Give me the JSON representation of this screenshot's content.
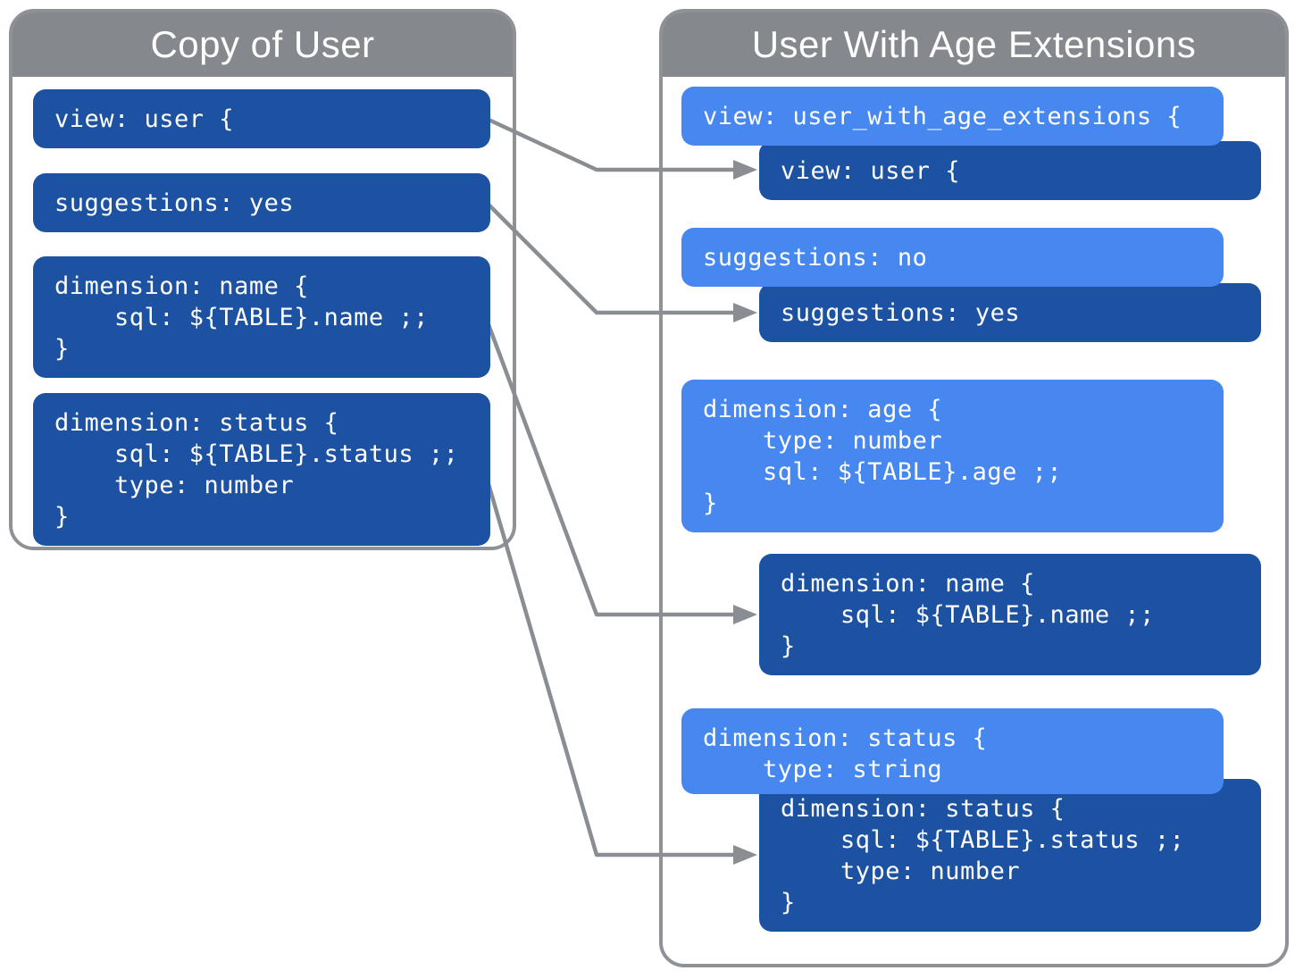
{
  "colors": {
    "inherited_block_blue": "#1C52A1",
    "override_block_blue": "#4687F0",
    "header_gray": "#85888D",
    "panel_border_gray": "#8E9196",
    "arrow_gray": "#8A8E93",
    "text_white": "#FFFFFF"
  },
  "left_panel": {
    "title": "Copy of User",
    "blocks": [
      {
        "id": "view",
        "text": "view: user {"
      },
      {
        "id": "suggestions",
        "text": "suggestions: yes"
      },
      {
        "id": "dimension-name",
        "text": "dimension: name {\n    sql: ${TABLE}.name ;;\n}"
      },
      {
        "id": "dimension-status",
        "text": "dimension: status {\n    sql: ${TABLE}.status ;;\n    type: number\n}"
      }
    ]
  },
  "right_panel": {
    "title": "User With Age Extensions",
    "override_blocks": [
      {
        "id": "view",
        "text": "view: user_with_age_extensions {"
      },
      {
        "id": "suggestions",
        "text": "suggestions: no"
      },
      {
        "id": "dimension-age",
        "text": "dimension: age {\n    type: number\n    sql: ${TABLE}.age ;;\n}"
      },
      {
        "id": "dimension-status",
        "text": "dimension: status {\n    type: string"
      }
    ],
    "inherited_blocks": [
      {
        "id": "view",
        "text": "view: user {"
      },
      {
        "id": "suggestions",
        "text": "suggestions: yes"
      },
      {
        "id": "dimension-name",
        "text": "dimension: name {\n    sql: ${TABLE}.name ;;\n}"
      },
      {
        "id": "dimension-status",
        "text": "dimension: status {\n    sql: ${TABLE}.status ;;\n    type: number\n}"
      }
    ]
  },
  "arrows": [
    {
      "from": "left.view",
      "to": "right.inherited.view"
    },
    {
      "from": "left.suggestions",
      "to": "right.inherited.suggestions"
    },
    {
      "from": "left.dimension-name",
      "to": "right.inherited.dimension-name"
    },
    {
      "from": "left.dimension-status",
      "to": "right.inherited.dimension-status"
    }
  ]
}
